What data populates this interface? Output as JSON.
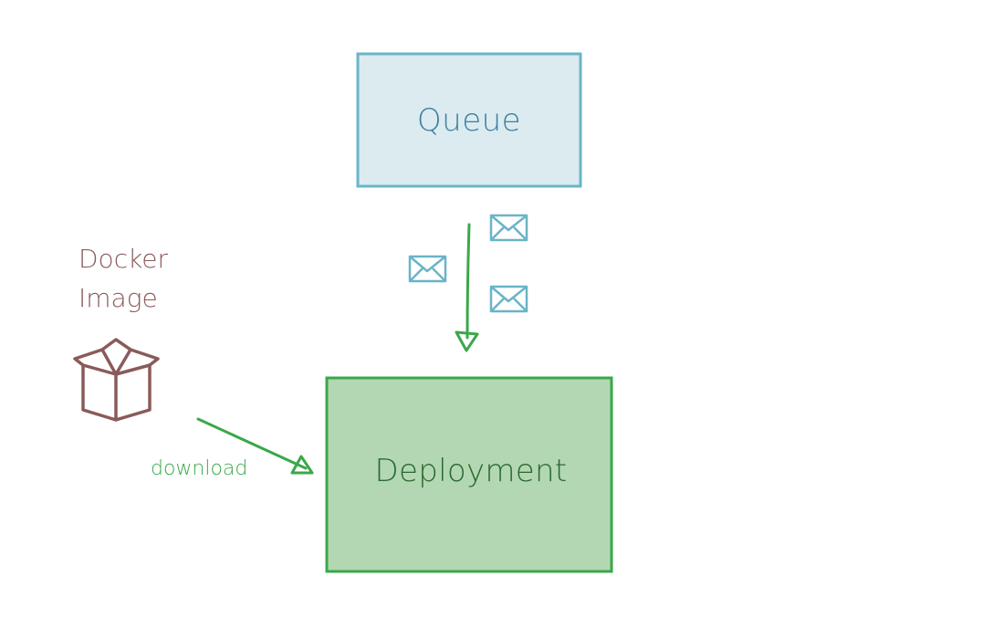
{
  "nodes": {
    "queue": {
      "label": "Queue",
      "fill": "#dbebf0",
      "stroke": "#6ab4c8",
      "text_color": "#3f7f9f"
    },
    "deployment": {
      "label": "Deployment",
      "fill": "#b3d7b3",
      "stroke": "#3aa84a",
      "text_color": "#2a6a2e"
    },
    "docker_image": {
      "label_line1": "Docker",
      "label_line2": "Image",
      "icon": "box-icon",
      "color": "#8a5a5a"
    }
  },
  "edges": {
    "queue_to_deployment": {
      "icon": "arrow-down-icon",
      "color": "#3aa84a",
      "messages": [
        "envelope-icon",
        "envelope-icon",
        "envelope-icon"
      ],
      "message_color": "#6ab4c8"
    },
    "download": {
      "label": "download",
      "color": "#3aa84a"
    }
  }
}
